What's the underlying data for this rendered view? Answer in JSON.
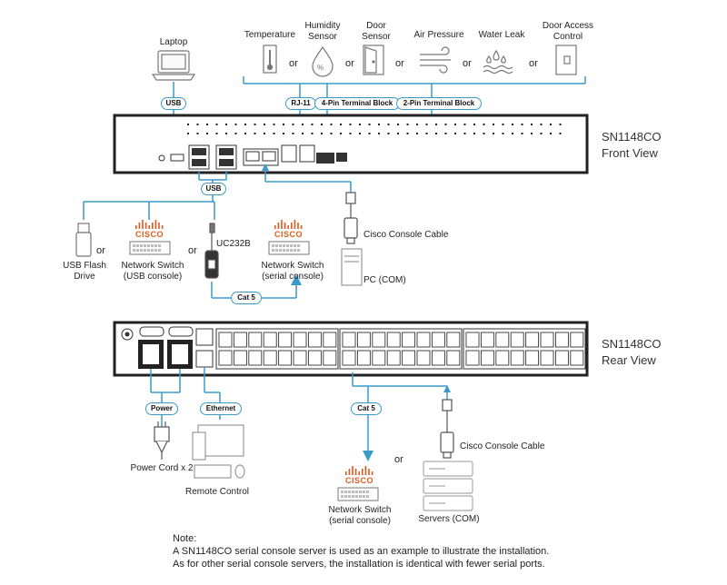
{
  "sensors": [
    {
      "id": "temperature",
      "label": "Temperature",
      "icon": "thermometer-icon"
    },
    {
      "id": "humidity",
      "label": "Humidity Sensor",
      "icon": "humidity-icon"
    },
    {
      "id": "door",
      "label": "Door Sensor",
      "icon": "door-icon"
    },
    {
      "id": "air",
      "label": "Air Pressure",
      "icon": "air-pressure-icon"
    },
    {
      "id": "water",
      "label": "Water Leak",
      "icon": "water-leak-icon"
    },
    {
      "id": "access",
      "label": "Door Access Control",
      "icon": "door-access-icon"
    }
  ],
  "or_text": "or",
  "front": {
    "device_name": "SN1148CO",
    "view_label": "Front View",
    "laptop_label": "Laptop",
    "pill_usb_top": "USB",
    "pill_rj11": "RJ-11",
    "pill_4pin": "4-Pin Terminal Block",
    "pill_2pin": "2-Pin Terminal Block",
    "pill_usb_bottom": "USB",
    "usb_flash_label": "USB Flash Drive",
    "switch_usb_label": "Network Switch (USB console)",
    "uc232b_label": "UC232B",
    "switch_serial_label": "Network Switch (serial console)",
    "pill_cat5": "Cat 5",
    "cisco_cable_label": "Cisco Console Cable",
    "pc_label": "PC (COM)",
    "cisco_logo": "CISCO"
  },
  "rear": {
    "device_name": "SN1148CO",
    "view_label": "Rear View",
    "pill_power": "Power",
    "pill_ethernet": "Ethernet",
    "pill_cat5": "Cat 5",
    "power_cord_label": "Power Cord x 2",
    "remote_label": "Remote Control",
    "switch_serial_label": "Network Switch (serial console)",
    "cisco_cable_label": "Cisco Console Cable",
    "servers_label": "Servers (COM)",
    "or_text": "or"
  },
  "note": {
    "title": "Note:",
    "line1": "A SN1148CO serial console server is used as an example to illustrate the installation.",
    "line2": "As for other serial console servers, the installation is identical with fewer serial ports."
  }
}
